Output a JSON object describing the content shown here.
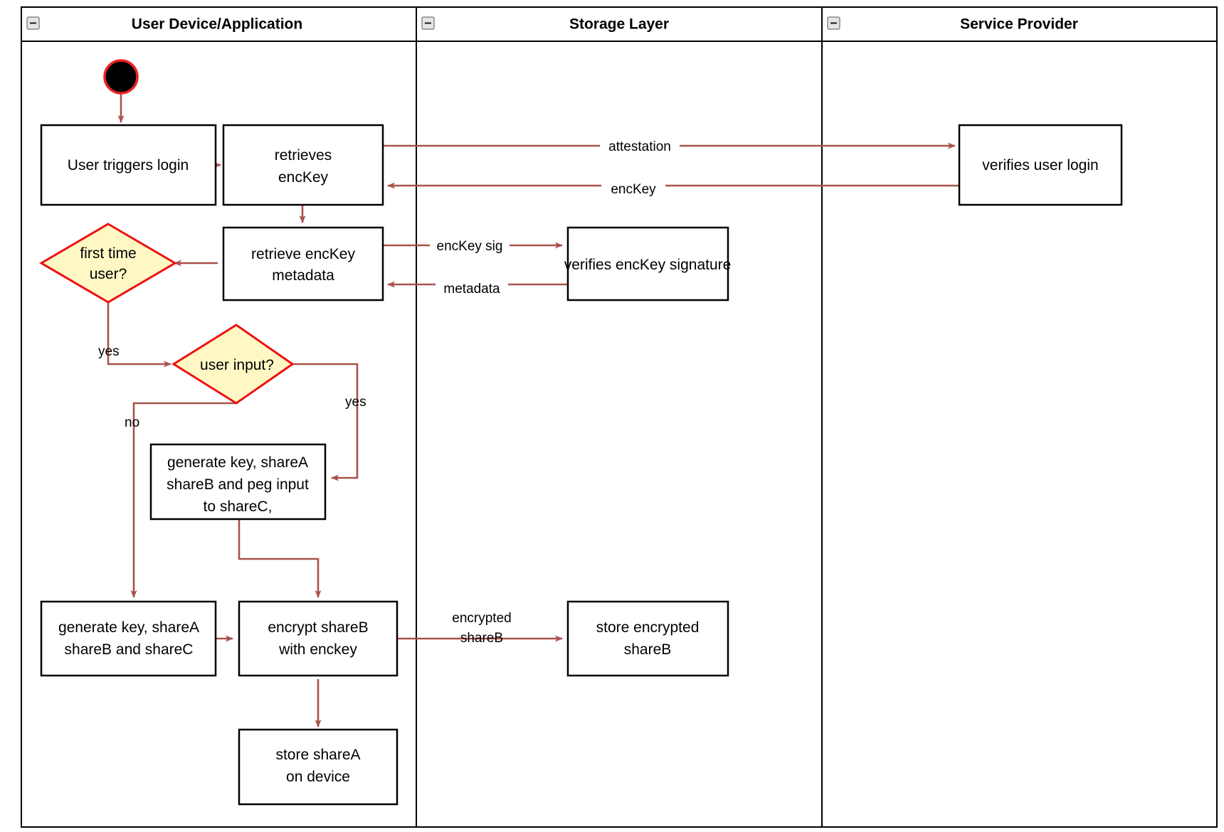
{
  "diagram": {
    "type": "uml-activity-swimlane",
    "title_visible": false,
    "colors": {
      "flow_arrow": "#A9524C",
      "decision_fill": "#FFF8C4",
      "decision_stroke": "#EE1111",
      "node_fill": "#FFFFFF",
      "node_stroke": "#000000",
      "start_node_fill": "#000000",
      "start_node_ring": "#EE2222",
      "lane_border": "#000000"
    }
  },
  "lanes": [
    {
      "id": "user-device",
      "title": "User Device/Application",
      "collapse_icon": "collapse-minus-icon"
    },
    {
      "id": "storage-layer",
      "title": "Storage Layer",
      "collapse_icon": "collapse-minus-icon"
    },
    {
      "id": "service-provider",
      "title": "Service Provider",
      "collapse_icon": "collapse-minus-icon"
    }
  ],
  "nodes": [
    {
      "id": "start",
      "kind": "initial-node",
      "lane": "user-device",
      "label": ""
    },
    {
      "id": "user-triggers-login",
      "kind": "action",
      "lane": "user-device",
      "label_lines": [
        "User triggers login"
      ]
    },
    {
      "id": "retrieves-enckey",
      "kind": "action",
      "lane": "user-device",
      "label_lines": [
        "retrieves",
        "encKey"
      ]
    },
    {
      "id": "retrieve-enckey-metadata",
      "kind": "action",
      "lane": "user-device",
      "label_lines": [
        "retrieve encKey",
        "metadata"
      ]
    },
    {
      "id": "first-time-user",
      "kind": "decision",
      "lane": "user-device",
      "label_lines": [
        "first time",
        "user?"
      ]
    },
    {
      "id": "user-input",
      "kind": "decision",
      "lane": "user-device",
      "label_lines": [
        "user input?"
      ]
    },
    {
      "id": "generate-key-peg",
      "kind": "action",
      "lane": "user-device",
      "label_lines": [
        "generate key, shareA",
        "shareB and peg input",
        "to shareC,"
      ]
    },
    {
      "id": "generate-key-shares",
      "kind": "action",
      "lane": "user-device",
      "label_lines": [
        "generate key, shareA",
        "shareB and shareC"
      ]
    },
    {
      "id": "encrypt-shareb",
      "kind": "action",
      "lane": "user-device",
      "label_lines": [
        "encrypt shareB",
        "with enckey"
      ]
    },
    {
      "id": "store-sharea-on-device",
      "kind": "action",
      "lane": "user-device",
      "label_lines": [
        "store shareA",
        "on device"
      ]
    },
    {
      "id": "verifies-enckey-signature",
      "kind": "action",
      "lane": "storage-layer",
      "label_lines": [
        "verifies encKey signature"
      ]
    },
    {
      "id": "store-encrypted-shareb",
      "kind": "action",
      "lane": "storage-layer",
      "label_lines": [
        "store encrypted",
        "shareB"
      ]
    },
    {
      "id": "verifies-user-login",
      "kind": "action",
      "lane": "service-provider",
      "label_lines": [
        "verifies user login"
      ]
    }
  ],
  "edges": [
    {
      "from": "start",
      "to": "user-triggers-login",
      "label": ""
    },
    {
      "from": "user-triggers-login",
      "to": "retrieves-enckey",
      "label": ""
    },
    {
      "from": "retrieves-enckey",
      "to": "verifies-user-login",
      "label": "attestation"
    },
    {
      "from": "verifies-user-login",
      "to": "retrieves-enckey",
      "label": "encKey"
    },
    {
      "from": "retrieves-enckey",
      "to": "retrieve-enckey-metadata",
      "label": ""
    },
    {
      "from": "retrieve-enckey-metadata",
      "to": "verifies-enckey-signature",
      "label": "encKey sig"
    },
    {
      "from": "verifies-enckey-signature",
      "to": "retrieve-enckey-metadata",
      "label": "metadata"
    },
    {
      "from": "retrieve-enckey-metadata",
      "to": "first-time-user",
      "label": ""
    },
    {
      "from": "first-time-user",
      "to": "user-input",
      "label": "yes"
    },
    {
      "from": "user-input",
      "to": "generate-key-peg",
      "label": "yes"
    },
    {
      "from": "user-input",
      "to": "generate-key-shares",
      "label": "no"
    },
    {
      "from": "generate-key-peg",
      "to": "encrypt-shareb",
      "label": ""
    },
    {
      "from": "generate-key-shares",
      "to": "encrypt-shareb",
      "label": ""
    },
    {
      "from": "encrypt-shareb",
      "to": "store-encrypted-shareb",
      "label_lines": [
        "encrypted",
        "shareB"
      ]
    },
    {
      "from": "encrypt-shareb",
      "to": "store-sharea-on-device",
      "label": ""
    }
  ],
  "labels": {
    "attestation": "attestation",
    "enckey": "encKey",
    "enckey_sig": "encKey sig",
    "metadata": "metadata",
    "yes_first_time": "yes",
    "yes_user_input": "yes",
    "no_user_input": "no",
    "encrypted": "encrypted",
    "shareb": "shareB"
  },
  "node_text": {
    "user_triggers_login": "User triggers login",
    "retrieves_l1": "retrieves",
    "retrieves_l2": "encKey",
    "retrieve_meta_l1": "retrieve encKey",
    "retrieve_meta_l2": "metadata",
    "first_time_l1": "first time",
    "first_time_l2": "user?",
    "user_input": "user input?",
    "gen_peg_l1": "generate key, shareA",
    "gen_peg_l2": "shareB and peg input",
    "gen_peg_l3": "to shareC,",
    "gen_shares_l1": "generate key, shareA",
    "gen_shares_l2": "shareB and shareC",
    "encrypt_l1": "encrypt shareB",
    "encrypt_l2": "with enckey",
    "store_sharea_l1": "store shareA",
    "store_sharea_l2": "on device",
    "verifies_sig": "verifies encKey signature",
    "store_enc_l1": "store encrypted",
    "store_enc_l2": "shareB",
    "verifies_login": "verifies user login"
  }
}
